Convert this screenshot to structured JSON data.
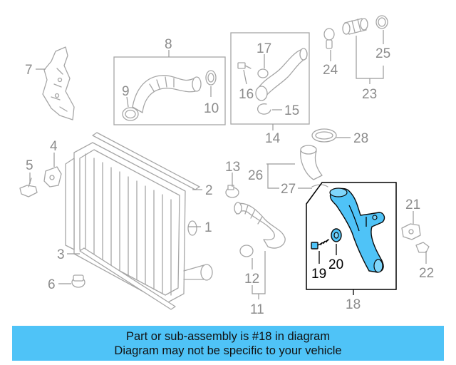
{
  "diagram": {
    "callouts": [
      {
        "id": "c1",
        "text": "1"
      },
      {
        "id": "c2",
        "text": "2"
      },
      {
        "id": "c3",
        "text": "3"
      },
      {
        "id": "c4",
        "text": "4"
      },
      {
        "id": "c5",
        "text": "5"
      },
      {
        "id": "c6",
        "text": "6"
      },
      {
        "id": "c7",
        "text": "7"
      },
      {
        "id": "c8",
        "text": "8"
      },
      {
        "id": "c9",
        "text": "9"
      },
      {
        "id": "c10",
        "text": "10"
      },
      {
        "id": "c11",
        "text": "11"
      },
      {
        "id": "c12",
        "text": "12"
      },
      {
        "id": "c13",
        "text": "13"
      },
      {
        "id": "c14",
        "text": "14"
      },
      {
        "id": "c15",
        "text": "15"
      },
      {
        "id": "c16",
        "text": "16"
      },
      {
        "id": "c17",
        "text": "17"
      },
      {
        "id": "c18",
        "text": "18"
      },
      {
        "id": "c19",
        "text": "19"
      },
      {
        "id": "c20",
        "text": "20"
      },
      {
        "id": "c21",
        "text": "21"
      },
      {
        "id": "c22",
        "text": "22"
      },
      {
        "id": "c23",
        "text": "23"
      },
      {
        "id": "c24",
        "text": "24"
      },
      {
        "id": "c25",
        "text": "25"
      },
      {
        "id": "c26",
        "text": "26"
      },
      {
        "id": "c27",
        "text": "27"
      },
      {
        "id": "c28",
        "text": "28"
      }
    ],
    "highlighted_part": "18",
    "colors": {
      "highlight": "#4fc3f7",
      "line_gray": "#a6a6a6",
      "label_gray": "#8c8c8c",
      "active_label": "#000000"
    }
  },
  "banner": {
    "line1": "Part or sub-assembly is #18 in diagram",
    "line2": "Diagram may not be specific to your vehicle",
    "color": "#4fc3f7"
  }
}
